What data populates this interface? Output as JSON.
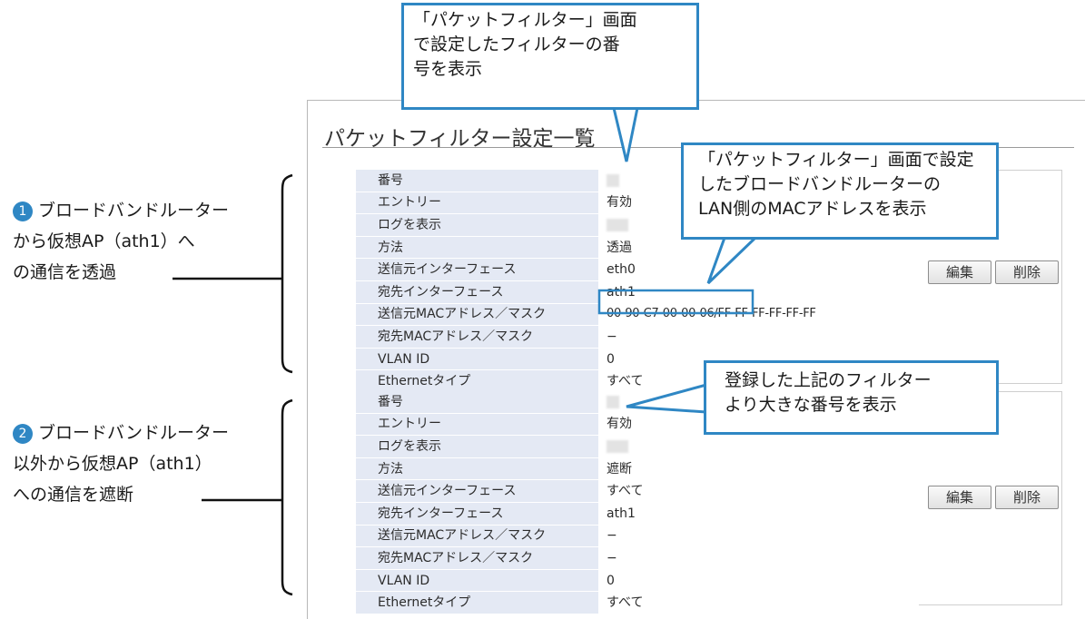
{
  "panel": {
    "title": "パケットフィルター設定一覧"
  },
  "filters": [
    {
      "rows": [
        {
          "label": "番号",
          "value": ""
        },
        {
          "label": "エントリー",
          "value": "有効"
        },
        {
          "label": "ログを表示",
          "value": ""
        },
        {
          "label": "方法",
          "value": "透過"
        },
        {
          "label": "送信元インターフェース",
          "value": "eth0"
        },
        {
          "label": "宛先インターフェース",
          "value": "ath1"
        },
        {
          "label": "送信元MACアドレス／マスク",
          "value": "00-90-C7-00-00-06",
          "value2": "FF-FF-FF-FF-FF-FF"
        },
        {
          "label": "宛先MACアドレス／マスク",
          "value": "−"
        },
        {
          "label": "VLAN ID",
          "value": "0"
        },
        {
          "label": "Ethernetタイプ",
          "value": "すべて"
        }
      ],
      "edit_label": "編集",
      "delete_label": "削除"
    },
    {
      "rows": [
        {
          "label": "番号",
          "value": ""
        },
        {
          "label": "エントリー",
          "value": "有効"
        },
        {
          "label": "ログを表示",
          "value": ""
        },
        {
          "label": "方法",
          "value": "遮断"
        },
        {
          "label": "送信元インターフェース",
          "value": "すべて"
        },
        {
          "label": "宛先インターフェース",
          "value": "ath1"
        },
        {
          "label": "送信元MACアドレス／マスク",
          "value": "−"
        },
        {
          "label": "宛先MACアドレス／マスク",
          "value": "−"
        },
        {
          "label": "VLAN ID",
          "value": "0"
        },
        {
          "label": "Ethernetタイプ",
          "value": "すべて"
        }
      ],
      "edit_label": "編集",
      "delete_label": "削除"
    }
  ],
  "annotations": {
    "callout_number": [
      "「パケットフィルター」画面",
      "で設定したフィルターの番",
      "号を表示"
    ],
    "callout_mac": [
      "「パケットフィルター」画面で設定",
      "したブロードバンドルーターの",
      "LAN側のMACアドレスを表示"
    ],
    "callout_larger": [
      "登録した上記のフィルター",
      "より大きな番号を表示"
    ],
    "side1": {
      "num": "1",
      "lines": [
        "ブロードバンドルーター",
        "から仮想AP（ath1）へ",
        "の通信を透過"
      ]
    },
    "side2": {
      "num": "2",
      "lines": [
        "ブロードバンドルーター",
        "以外から仮想AP（ath1）",
        "への通信を遮断"
      ]
    }
  },
  "colors": {
    "accent": "#2f87c4",
    "label_bg": "#e4e9f4"
  }
}
